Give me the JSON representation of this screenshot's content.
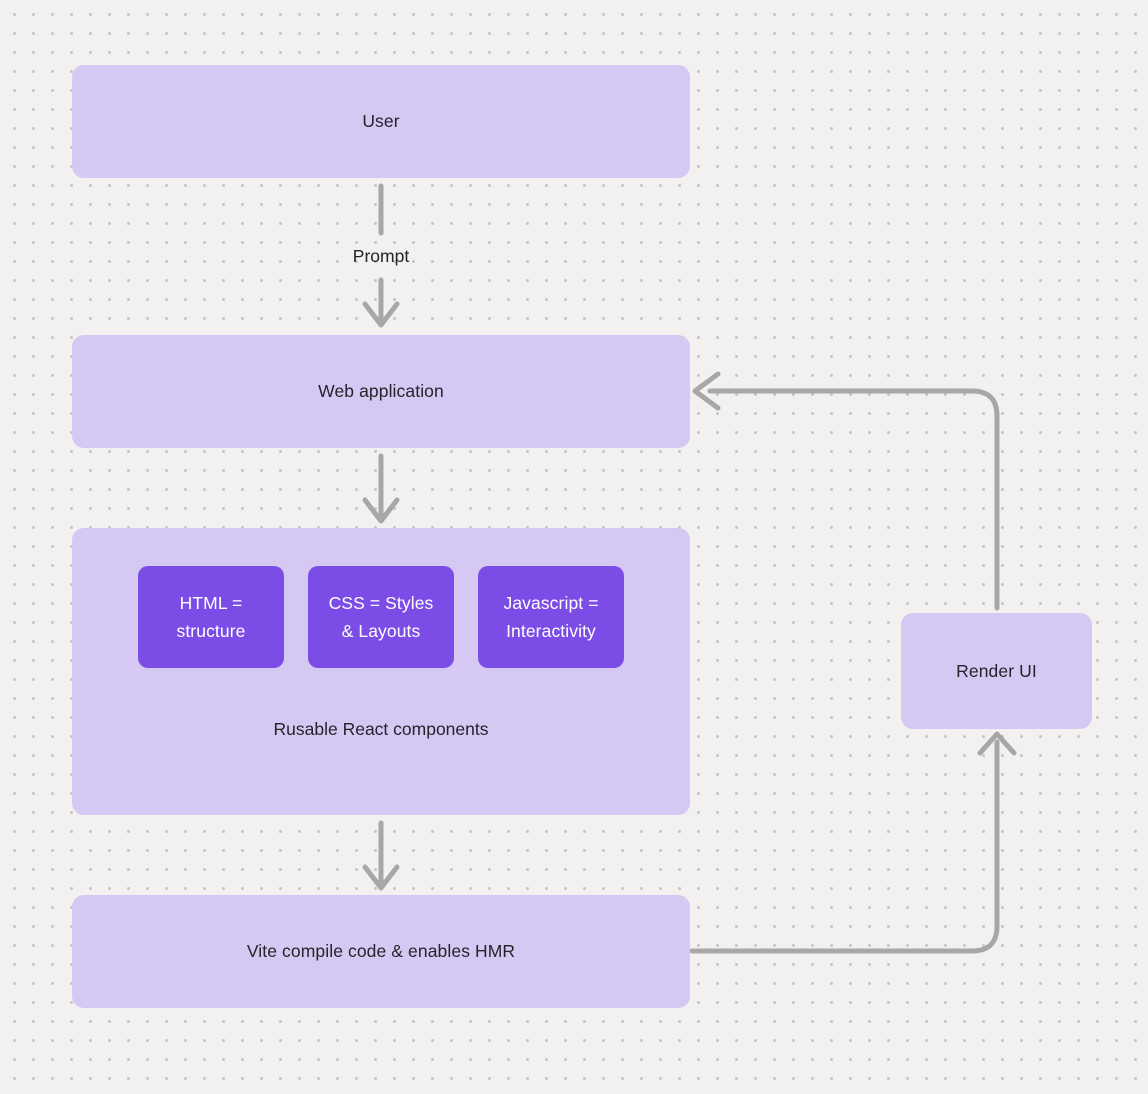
{
  "diagram": {
    "nodes": {
      "user": {
        "label": "User"
      },
      "web_application": {
        "label": "Web application"
      },
      "vite": {
        "label": "Vite compile code & enables HMR"
      },
      "render_ui": {
        "label": "Render UI"
      },
      "components": {
        "caption": "Rusable React components",
        "items": [
          {
            "lines": [
              "HTML =",
              "structure"
            ]
          },
          {
            "lines": [
              "CSS = Styles",
              "& Layouts"
            ]
          },
          {
            "lines": [
              "Javascript =",
              "Interactivity"
            ]
          }
        ]
      }
    },
    "edges": {
      "user_to_webapp_label": "Prompt"
    },
    "colors": {
      "background": "#f2f1f0",
      "dot": "#c8c6c5",
      "node_light": "#d5c8f2",
      "node_dark": "#7c4de6",
      "arrow": "#a8a7a6",
      "text_dark": "#25232b",
      "text_light": "#ffffff"
    }
  }
}
